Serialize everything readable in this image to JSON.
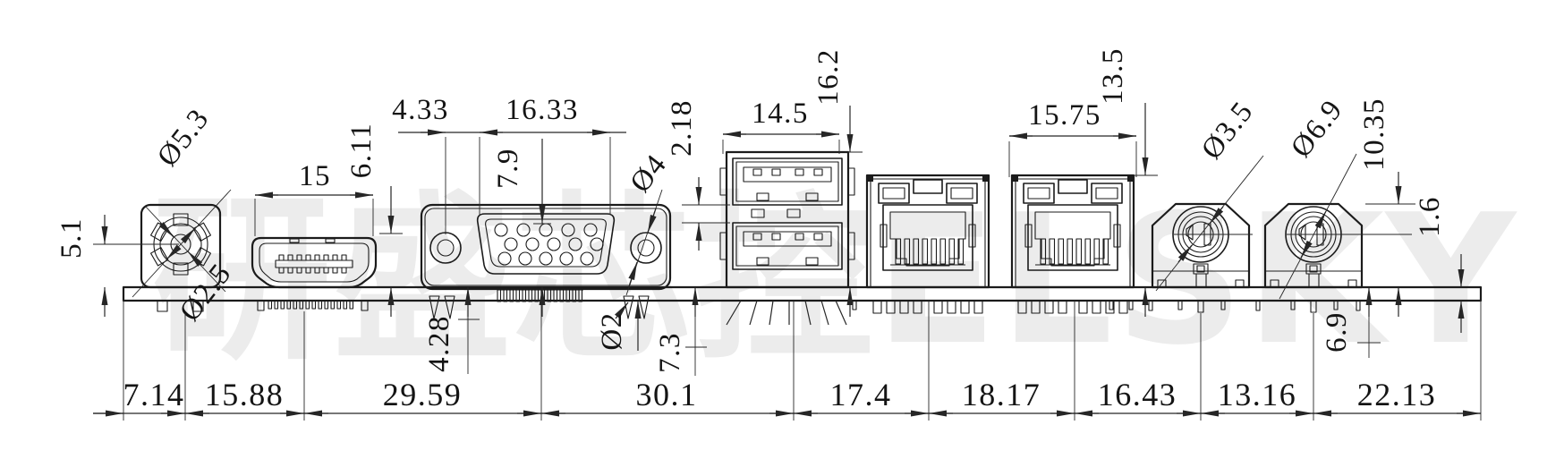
{
  "watermark": "研盛芯控ELSKY",
  "dims": {
    "dc": {
      "outer_dia": "Ø5.3",
      "pin_dia": "Ø2.5",
      "center_height": "5.1"
    },
    "hdmi": {
      "width": "15",
      "top_height": "6.11"
    },
    "vga": {
      "screw_offset": "4.33",
      "shell_width": "16.33",
      "center_height": "7.9",
      "screw_dia": "Ø4",
      "bracket_leg": "4.28",
      "pin_dia": "Ø2",
      "pin_length": "7.3"
    },
    "usb": {
      "width": "14.5",
      "port_gap": "2.18",
      "height": "16.2"
    },
    "lan": {
      "width": "15.75",
      "height": "13.5"
    },
    "audio": {
      "jack_dia": "Ø3.5",
      "ring_dia": "Ø6.9",
      "height": "10.35",
      "pin_length": "6.9"
    },
    "board": {
      "thickness": "1.6"
    },
    "pitch": [
      "7.14",
      "15.88",
      "29.59",
      "30.1",
      "17.4",
      "18.17",
      "16.43",
      "13.16",
      "22.13"
    ]
  }
}
